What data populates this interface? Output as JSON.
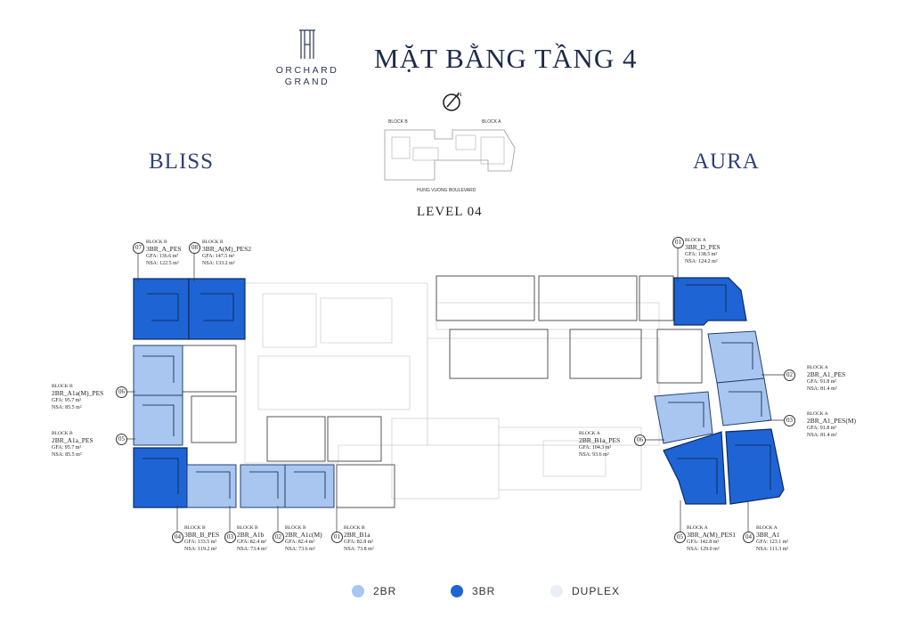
{
  "logo": {
    "line1": "ORCHARD",
    "line2": "GRAND"
  },
  "header": {
    "title": "MẶT BẰNG TẦNG 4",
    "level": "LEVEL 04"
  },
  "key_plan": {
    "block_b": "BLOCK B",
    "block_a": "BLOCK A",
    "street": "HUNG VUONG BOULEVARD"
  },
  "blocks": {
    "left": "BLISS",
    "right": "AURA"
  },
  "colors": {
    "br2": "#a8c6ef",
    "br3": "#1f64d4",
    "duplex": "#e9eef8",
    "title": "#1e2a4a"
  },
  "units": [
    {
      "num": "07",
      "block": "BLOCK B",
      "type": "3BR_A_PES",
      "gfa": "GFA: 136.6 m²",
      "nsa": "NSA: 122.5 m²"
    },
    {
      "num": "08",
      "block": "BLOCK B",
      "type": "3BR_A(M)_PES2",
      "gfa": "GFA: 147.5 m²",
      "nsa": "NSA: 133.2 m²"
    },
    {
      "num": "06",
      "block": "BLOCK B",
      "type": "2BR_A1a(M)_PES",
      "gfa": "GFA: 95.7 m²",
      "nsa": "NSA: 85.5 m²"
    },
    {
      "num": "05",
      "block": "BLOCK B",
      "type": "2BR_A1a_PES",
      "gfa": "GFA: 95.7 m²",
      "nsa": "NSA: 85.5 m²"
    },
    {
      "num": "04",
      "block": "BLOCK B",
      "type": "3BR_B_PES",
      "gfa": "GFA: 133.5 m²",
      "nsa": "NSA: 119.2 m²"
    },
    {
      "num": "03",
      "block": "BLOCK B",
      "type": "2BR_A1b",
      "gfa": "GFA: 82.4 m²",
      "nsa": "NSA: 73.4 m²"
    },
    {
      "num": "02",
      "block": "BLOCK B",
      "type": "2BR_A1c(M)",
      "gfa": "GFA: 82.4 m²",
      "nsa": "NSA: 73.6 m²"
    },
    {
      "num": "01",
      "block": "BLOCK B",
      "type": "2BR_B1a",
      "gfa": "GFA: 82.8 m²",
      "nsa": "NSA: 73.8 m²"
    },
    {
      "num": "01",
      "block": "BLOCK A",
      "type": "3BR_D_PES",
      "gfa": "GFA: 138.5 m²",
      "nsa": "NSA: 124.2 m²"
    },
    {
      "num": "02",
      "block": "BLOCK A",
      "type": "2BR_A1_PES",
      "gfa": "GFA: 91.8 m²",
      "nsa": "NSA: 81.4 m²"
    },
    {
      "num": "03",
      "block": "BLOCK A",
      "type": "2BR_A1_PES(M)",
      "gfa": "GFA: 91.8 m²",
      "nsa": "NSA: 81.4 m²"
    },
    {
      "num": "06",
      "block": "BLOCK A",
      "type": "2BR_B1a_PES",
      "gfa": "GFA: 104.3 m²",
      "nsa": "NSA: 93.6 m²"
    },
    {
      "num": "05",
      "block": "BLOCK A",
      "type": "3BR_A(M)_PES1",
      "gfa": "GFA: 142.8 m²",
      "nsa": "NSA: 129.0 m²"
    },
    {
      "num": "04",
      "block": "BLOCK A",
      "type": "3BR_A1",
      "gfa": "GFA: 123.1 m²",
      "nsa": "NSA: 111.3 m²"
    }
  ],
  "legend": [
    {
      "label": "2BR"
    },
    {
      "label": "3BR"
    },
    {
      "label": "DUPLEX"
    }
  ]
}
